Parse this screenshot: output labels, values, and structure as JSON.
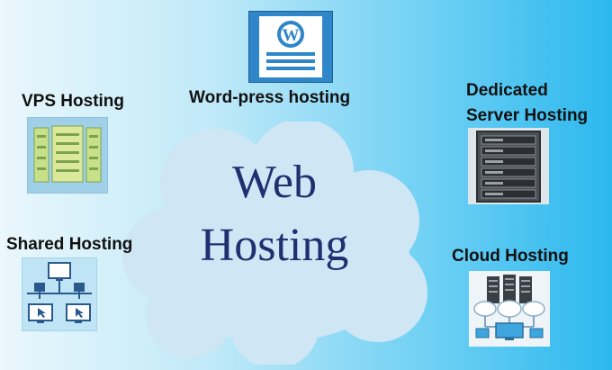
{
  "center": {
    "line1": "Web",
    "line2": "Hosting"
  },
  "nodes": {
    "vps": {
      "label": "VPS Hosting",
      "icon": "server-rack-icon"
    },
    "wordpress": {
      "label": "Word-press hosting",
      "icon": "wordpress-document-icon"
    },
    "dedicated": {
      "line1": "Dedicated",
      "line2": "Server Hosting",
      "icon": "dedicated-server-icon"
    },
    "shared": {
      "label": "Shared Hosting",
      "icon": "shared-network-icon"
    },
    "cloud": {
      "label": "Cloud Hosting",
      "icon": "cloud-servers-icon"
    }
  },
  "colors": {
    "title": "#1f2f70",
    "label": "#111111",
    "cloud": "#cfe6f5",
    "background_start": "#eaf7fc",
    "background_end": "#2cb8ee"
  }
}
